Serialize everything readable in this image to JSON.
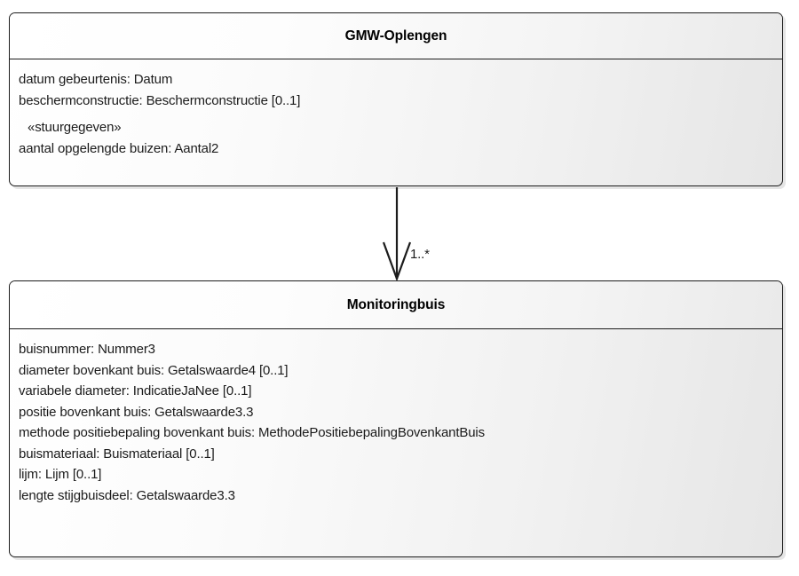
{
  "diagram": {
    "type": "uml-class-diagram",
    "background_color": "#ffffff",
    "line_color": "#1c1c1c",
    "text_color": "#1b1b1b"
  },
  "classes": [
    {
      "id": "gmw-oplengen",
      "name": "GMW-Oplengen",
      "attributes": [
        {
          "text": "datum gebeurtenis: Datum",
          "stereotype": false
        },
        {
          "text": "beschermconstructie: Beschermconstructie [0..1]",
          "stereotype": false
        },
        {
          "text": "«stuurgegeven»",
          "stereotype": true
        },
        {
          "text": "aantal opgelengde buizen: Aantal2",
          "stereotype": false
        }
      ]
    },
    {
      "id": "monitoringbuis",
      "name": "Monitoringbuis",
      "attributes": [
        {
          "text": "buisnummer: Nummer3",
          "stereotype": false
        },
        {
          "text": "diameter bovenkant buis: Getalswaarde4 [0..1]",
          "stereotype": false
        },
        {
          "text": "variabele diameter: IndicatieJaNee [0..1]",
          "stereotype": false
        },
        {
          "text": "positie bovenkant buis: Getalswaarde3.3",
          "stereotype": false
        },
        {
          "text": "methode positiebepaling bovenkant buis: MethodePositiebepalingBovenkantBuis",
          "stereotype": false
        },
        {
          "text": "buismateriaal: Buismateriaal [0..1]",
          "stereotype": false
        },
        {
          "text": "lijm: Lijm [0..1]",
          "stereotype": false
        },
        {
          "text": "lengte stijgbuisdeel: Getalswaarde3.3",
          "stereotype": false
        }
      ]
    }
  ],
  "associations": [
    {
      "from": "gmw-oplengen",
      "to": "monitoringbuis",
      "multiplicity": "1..*",
      "arrow": "open-arrow-down"
    }
  ]
}
